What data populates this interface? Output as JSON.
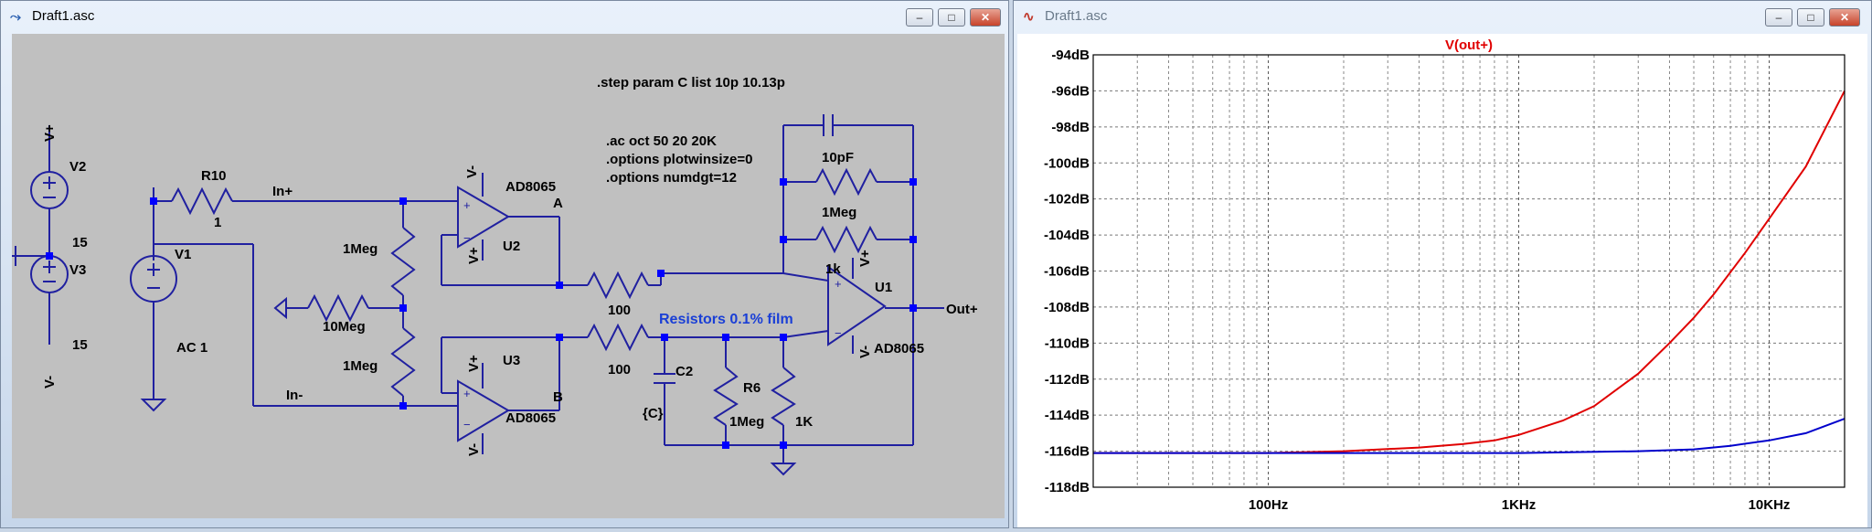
{
  "schematic_window": {
    "title": "Draft1.asc",
    "controls": [
      "–",
      "□",
      "✕"
    ]
  },
  "plot_window": {
    "title": "Draft1.asc",
    "controls": [
      "–",
      "□",
      "✕"
    ]
  },
  "schematic": {
    "directives": [
      ".step param C list 10p 10.13p",
      ".ac oct 50 20 20K",
      ".options plotwinsize=0",
      ".options numdgt=12"
    ],
    "comment": "Resistors 0.1% film",
    "labels": {
      "v2": "V2",
      "v2_val": "15",
      "v3": "V3",
      "v3_val": "15",
      "v1": "V1",
      "v1_val": "AC 1",
      "r10": "R10",
      "r10_val": "1",
      "inp": "In+",
      "inn": "In-",
      "r_1meg_a": "1Meg",
      "r_10meg": "10Meg",
      "r_1meg_b": "1Meg",
      "u2": "U2",
      "u2_part": "AD8065",
      "u3": "U3",
      "u3_part": "AD8065",
      "u1": "U1",
      "u1_part": "AD8065",
      "node_a": "A",
      "node_b": "B",
      "r_100_a": "100",
      "r_100_b": "100",
      "c_fb": "10pF",
      "r_fb1": "1Meg",
      "r_fb2": "1k",
      "c2": "C2",
      "c2_val": "{C}",
      "r6": "R6",
      "r6_val": "1Meg",
      "r_1k": "1K",
      "out": "Out+",
      "vplus": "V+",
      "vminus": "V-",
      "vp": "V+",
      "vm": "V-"
    }
  },
  "colors": {
    "wire": "#2020a0",
    "junction": "#0000ff",
    "comment": "#1a3fd6",
    "trace1": "#e00000",
    "trace2": "#0000cc"
  },
  "chart_data": {
    "type": "line",
    "title": "V(out+)",
    "xscale": "log",
    "xlim": [
      20,
      20000
    ],
    "ylim": [
      -118,
      -94
    ],
    "y_ticks": [
      -94,
      -96,
      -98,
      -100,
      -102,
      -104,
      -106,
      -108,
      -110,
      -112,
      -114,
      -116,
      -118
    ],
    "y_tick_labels": [
      "-94dB",
      "-96dB",
      "-98dB",
      "-100dB",
      "-102dB",
      "-104dB",
      "-106dB",
      "-108dB",
      "-110dB",
      "-112dB",
      "-114dB",
      "-116dB",
      "-118dB"
    ],
    "x_major_ticks": [
      100,
      1000,
      10000
    ],
    "x_tick_labels": [
      "100Hz",
      "1KHz",
      "10KHz"
    ],
    "grid": true,
    "series": [
      {
        "color": "#e00000",
        "x": [
          20,
          100,
          200,
          400,
          600,
          800,
          1000,
          1500,
          2000,
          3000,
          4000,
          5000,
          6000,
          8000,
          10000,
          14000,
          20000
        ],
        "y": [
          -116.1,
          -116.1,
          -116.0,
          -115.8,
          -115.6,
          -115.4,
          -115.1,
          -114.3,
          -113.5,
          -111.7,
          -110.0,
          -108.6,
          -107.3,
          -105.0,
          -103.1,
          -100.2,
          -96.0
        ]
      },
      {
        "color": "#0000cc",
        "x": [
          20,
          1000,
          3000,
          5000,
          7000,
          10000,
          14000,
          20000
        ],
        "y": [
          -116.1,
          -116.1,
          -116.0,
          -115.9,
          -115.7,
          -115.4,
          -115.0,
          -114.2
        ]
      }
    ]
  }
}
